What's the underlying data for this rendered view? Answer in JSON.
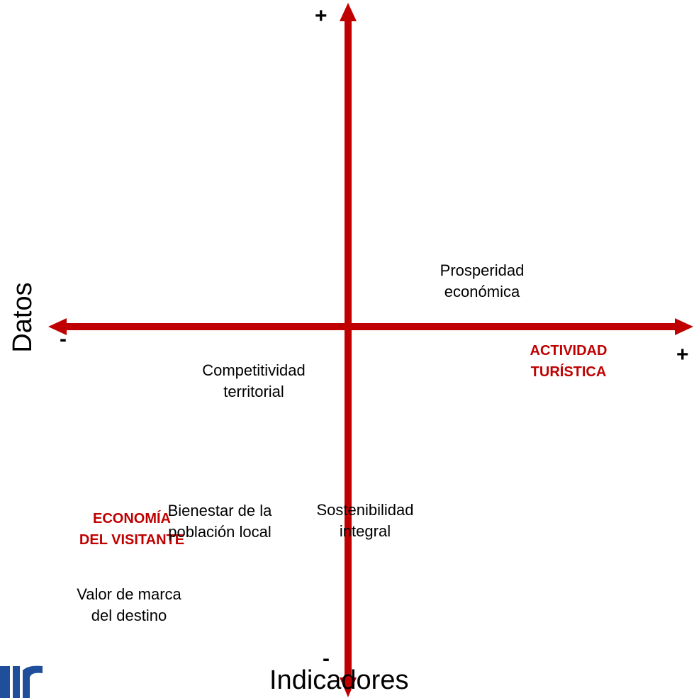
{
  "colors": {
    "axis": "#c00000",
    "text": "#000000",
    "category": "#c00000",
    "logo": "#1f4e9a"
  },
  "axes": {
    "vertical": {
      "top_sign": "+",
      "bottom_sign": "-",
      "title": "Indicadores"
    },
    "horizontal": {
      "left_sign": "-",
      "right_sign": "+",
      "title": "Datos"
    }
  },
  "categories": {
    "actividad_turistica": [
      "ACTIVIDAD",
      "TURÍSTICA"
    ],
    "economia_visitante": [
      "ECONOMÍA",
      "DEL VISITANTE"
    ]
  },
  "items": {
    "prosperidad": [
      "Prosperidad",
      "económica"
    ],
    "competitividad": [
      "Competitividad",
      "territorial"
    ],
    "sostenibilidad": [
      "Sostenibilidad",
      "integral"
    ],
    "bienestar": [
      "Bienestar de la",
      "población local"
    ],
    "valor_marca": [
      "Valor de marca",
      "del destino"
    ]
  },
  "logo": {
    "icon": "partial-logo-mark"
  }
}
